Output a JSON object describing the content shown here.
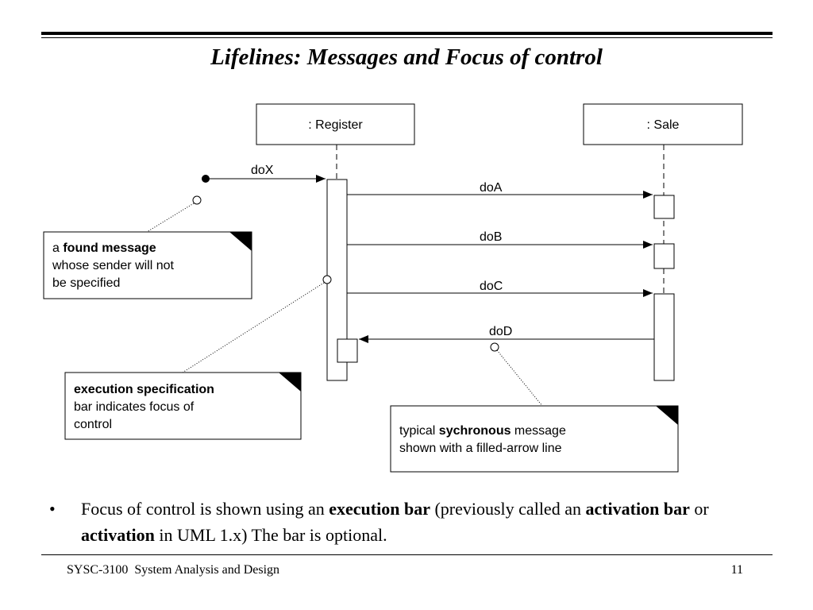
{
  "slide": {
    "title": "Lifelines: Messages and Focus of control",
    "footer_left": "SYSC-3100  System Analysis and Design",
    "page_number": "11"
  },
  "diagram": {
    "lifelines": [
      {
        "label": ": Register"
      },
      {
        "label": ": Sale"
      }
    ],
    "messages": [
      {
        "label": "doX"
      },
      {
        "label": "doA"
      },
      {
        "label": "doB"
      },
      {
        "label": "doC"
      },
      {
        "label": "doD"
      }
    ],
    "notes": {
      "found": {
        "lines": [
          {
            "pre": "a ",
            "bold": "found message",
            "post": ""
          },
          {
            "pre": "whose sender will not",
            "bold": "",
            "post": ""
          },
          {
            "pre": "be specified",
            "bold": "",
            "post": ""
          }
        ]
      },
      "execution": {
        "lines": [
          {
            "pre": "",
            "bold": "execution specification",
            "post": ""
          },
          {
            "pre": "bar indicates focus of",
            "bold": "",
            "post": ""
          },
          {
            "pre": "control",
            "bold": "",
            "post": ""
          }
        ]
      },
      "sync": {
        "lines": [
          {
            "pre": "typical ",
            "bold": "sychronous",
            "post": " message"
          },
          {
            "pre": "shown with a filled-arrow line",
            "bold": "",
            "post": ""
          }
        ]
      }
    }
  },
  "bullet": {
    "parts": [
      {
        "text": "Focus of control is shown using an ",
        "bold": false
      },
      {
        "text": "execution bar",
        "bold": true
      },
      {
        "text": " (previously called an ",
        "bold": false
      },
      {
        "text": "activation bar",
        "bold": true
      },
      {
        "text": " or ",
        "bold": false
      },
      {
        "text": "activation",
        "bold": true
      },
      {
        "text": " in UML 1.x) The bar is optional.",
        "bold": false
      }
    ]
  }
}
